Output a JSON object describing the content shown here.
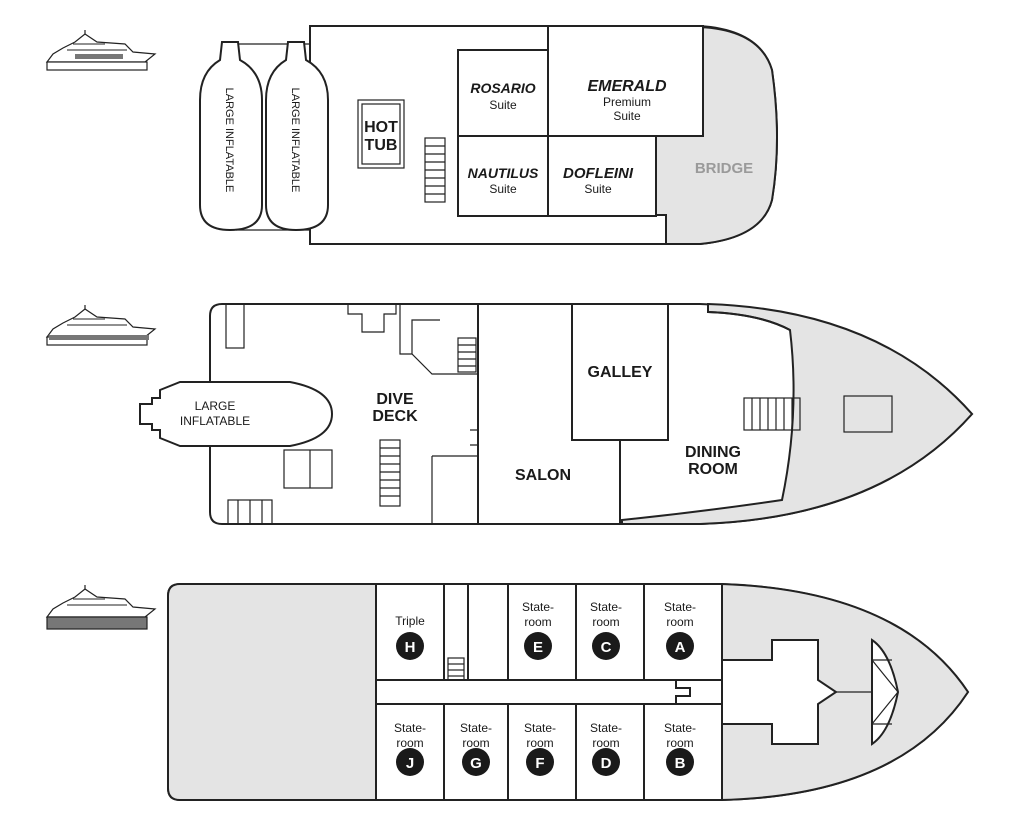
{
  "upper_deck": {
    "inflatables": [
      "LARGE INFLATABLE",
      "LARGE INFLATABLE"
    ],
    "hot_tub": [
      "HOT",
      "TUB"
    ],
    "suites": [
      {
        "name": "ROSARIO",
        "sub": "Suite"
      },
      {
        "name": "EMERALD",
        "sub1": "Premium",
        "sub2": "Suite"
      },
      {
        "name": "NAUTILUS",
        "sub": "Suite"
      },
      {
        "name": "DOFLEINI",
        "sub": "Suite"
      }
    ],
    "bridge": "BRIDGE"
  },
  "main_deck": {
    "inflatable": [
      "LARGE",
      "INFLATABLE"
    ],
    "dive_deck": [
      "DIVE",
      "DECK"
    ],
    "galley": "GALLEY",
    "salon": "SALON",
    "dining_room": [
      "DINING",
      "ROOM"
    ]
  },
  "lower_deck": {
    "top_rooms": [
      {
        "label": [
          "Triple"
        ],
        "letter": "H"
      },
      {
        "label": [
          "State-",
          "room"
        ],
        "letter": "E"
      },
      {
        "label": [
          "State-",
          "room"
        ],
        "letter": "C"
      },
      {
        "label": [
          "State-",
          "room"
        ],
        "letter": "A"
      }
    ],
    "bottom_rooms": [
      {
        "label": [
          "State-",
          "room"
        ],
        "letter": "J"
      },
      {
        "label": [
          "State-",
          "room"
        ],
        "letter": "G"
      },
      {
        "label": [
          "State-",
          "room"
        ],
        "letter": "F"
      },
      {
        "label": [
          "State-",
          "room"
        ],
        "letter": "D"
      },
      {
        "label": [
          "State-",
          "room"
        ],
        "letter": "B"
      }
    ]
  },
  "colors": {
    "fill_grey": "#e4e4e4",
    "line": "#222222",
    "badge": "#1a1a1a"
  }
}
